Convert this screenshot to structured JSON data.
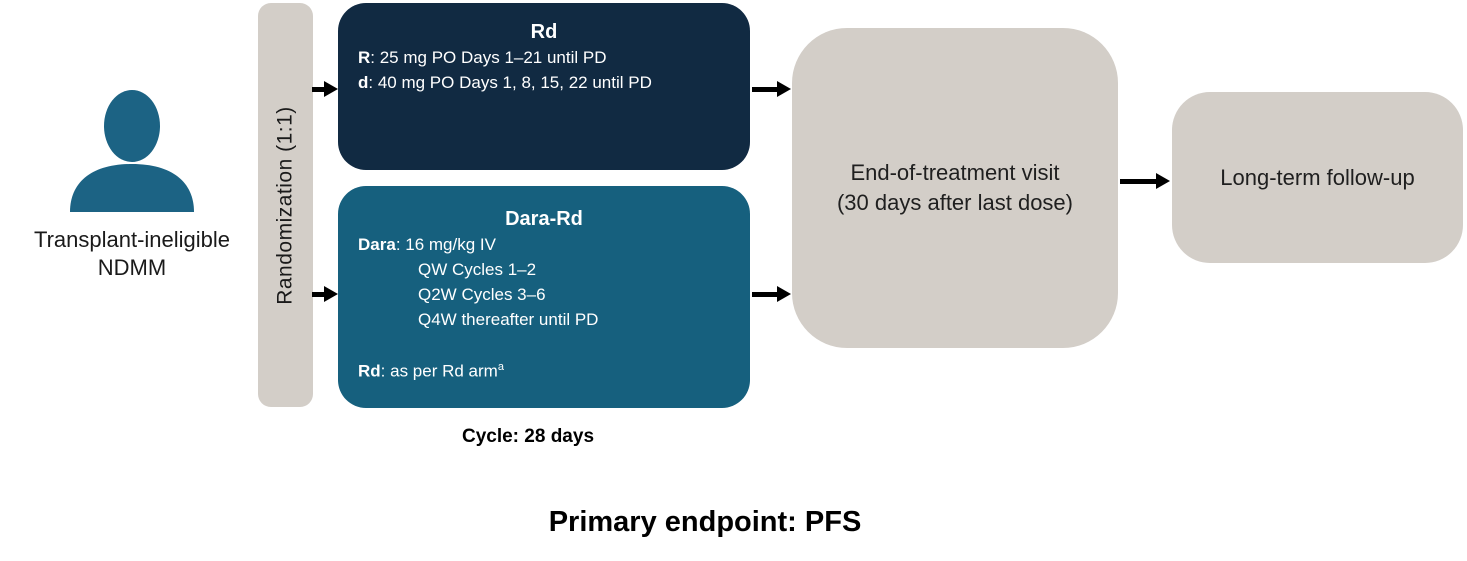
{
  "colors": {
    "navy": "#112A42",
    "teal": "#16607E",
    "gray": "#D3CEC8",
    "icon_blue": "#1C6384",
    "arrow_black": "#000000"
  },
  "patient": {
    "icon": "person-icon",
    "label_line1": "Transplant-ineligible",
    "label_line2": "NDMM"
  },
  "randomization": {
    "label": "Randomization (1:1)"
  },
  "arms": {
    "rd": {
      "title": "Rd",
      "line1_bold": "R",
      "line1_rest": ": 25 mg PO Days 1–21 until PD",
      "line2_bold": "d",
      "line2_rest": ": 40 mg PO Days 1, 8, 15, 22 until PD"
    },
    "dara_rd": {
      "title": "Dara-Rd",
      "line1_bold": "Dara",
      "line1_rest": ": 16 mg/kg IV",
      "schedule": [
        "QW Cycles 1–2",
        "Q2W Cycles 3–6",
        "Q4W thereafter until PD"
      ],
      "rd_bold": "Rd",
      "rd_rest": ": as per Rd arm",
      "rd_footnote": "a"
    }
  },
  "followup": {
    "eot_line1": "End-of-treatment visit",
    "eot_line2": "(30 days after last dose)",
    "ltfu_label": "Long-term follow-up"
  },
  "notes": {
    "cycle": "Cycle: 28 days",
    "primary_endpoint": "Primary endpoint: PFS"
  }
}
